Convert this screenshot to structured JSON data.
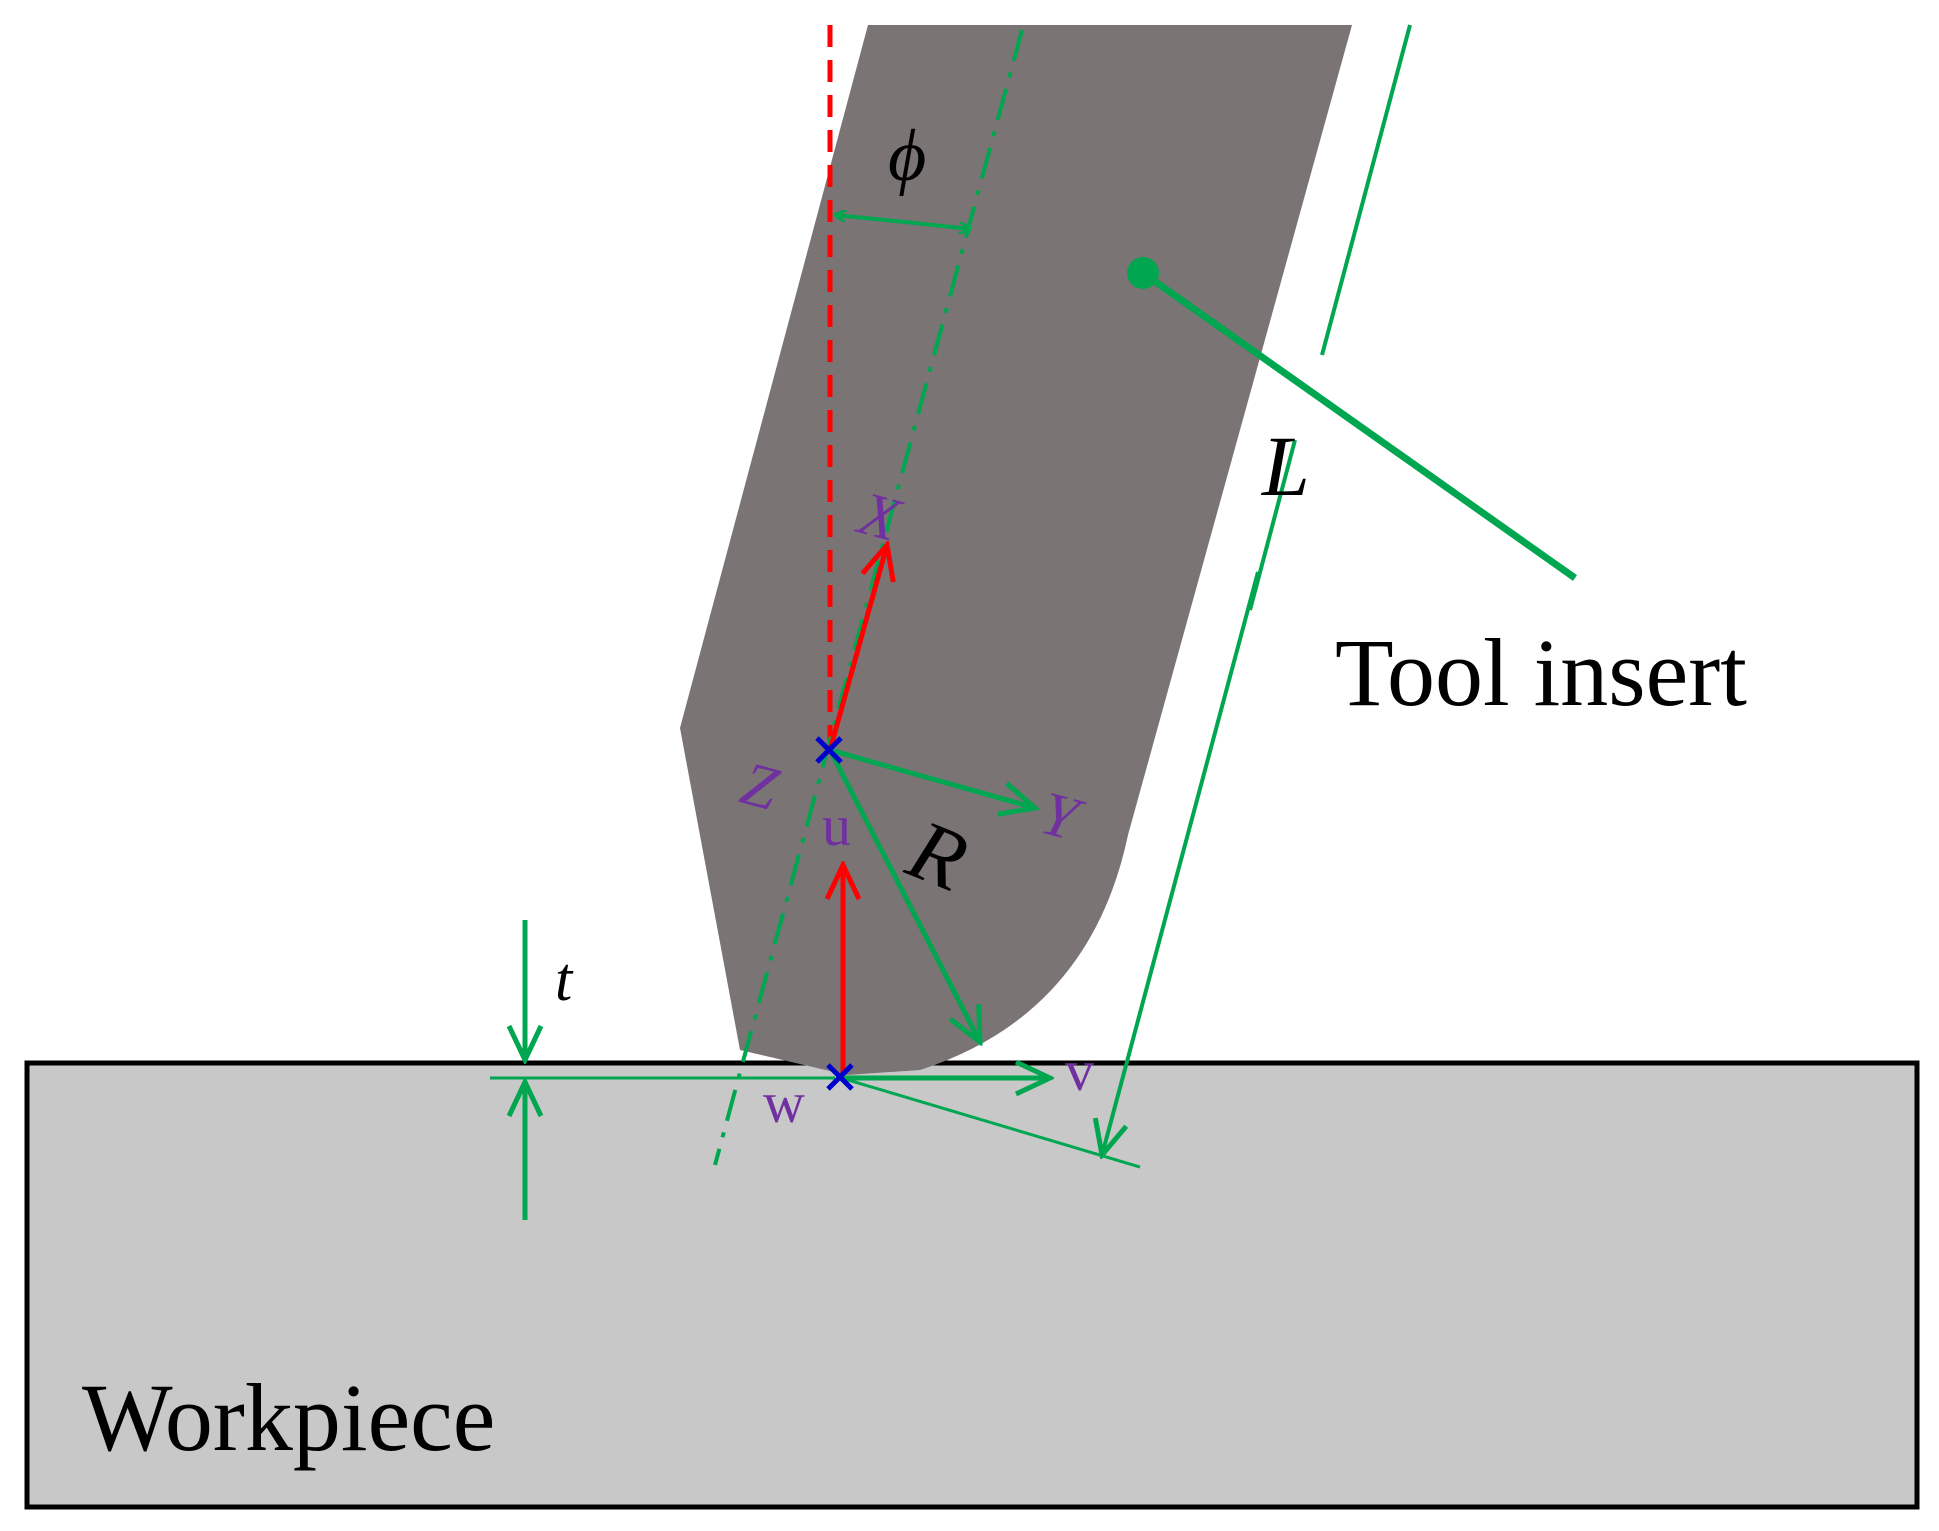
{
  "labels": {
    "workpiece": "Workpiece",
    "tool_insert": "Tool insert",
    "phi": "ϕ",
    "L": "L",
    "R": "R",
    "t": "t",
    "X": "X",
    "Y": "Y",
    "Z": "Z",
    "u": "u",
    "v": "v",
    "w": "w"
  },
  "colors": {
    "tool": "#7a7475",
    "workpiece": "#c8c8c8",
    "dimension": "#00a650",
    "axis_red": "#ff0000",
    "point_blue": "#0000cc",
    "label_purple": "#7030a0"
  }
}
